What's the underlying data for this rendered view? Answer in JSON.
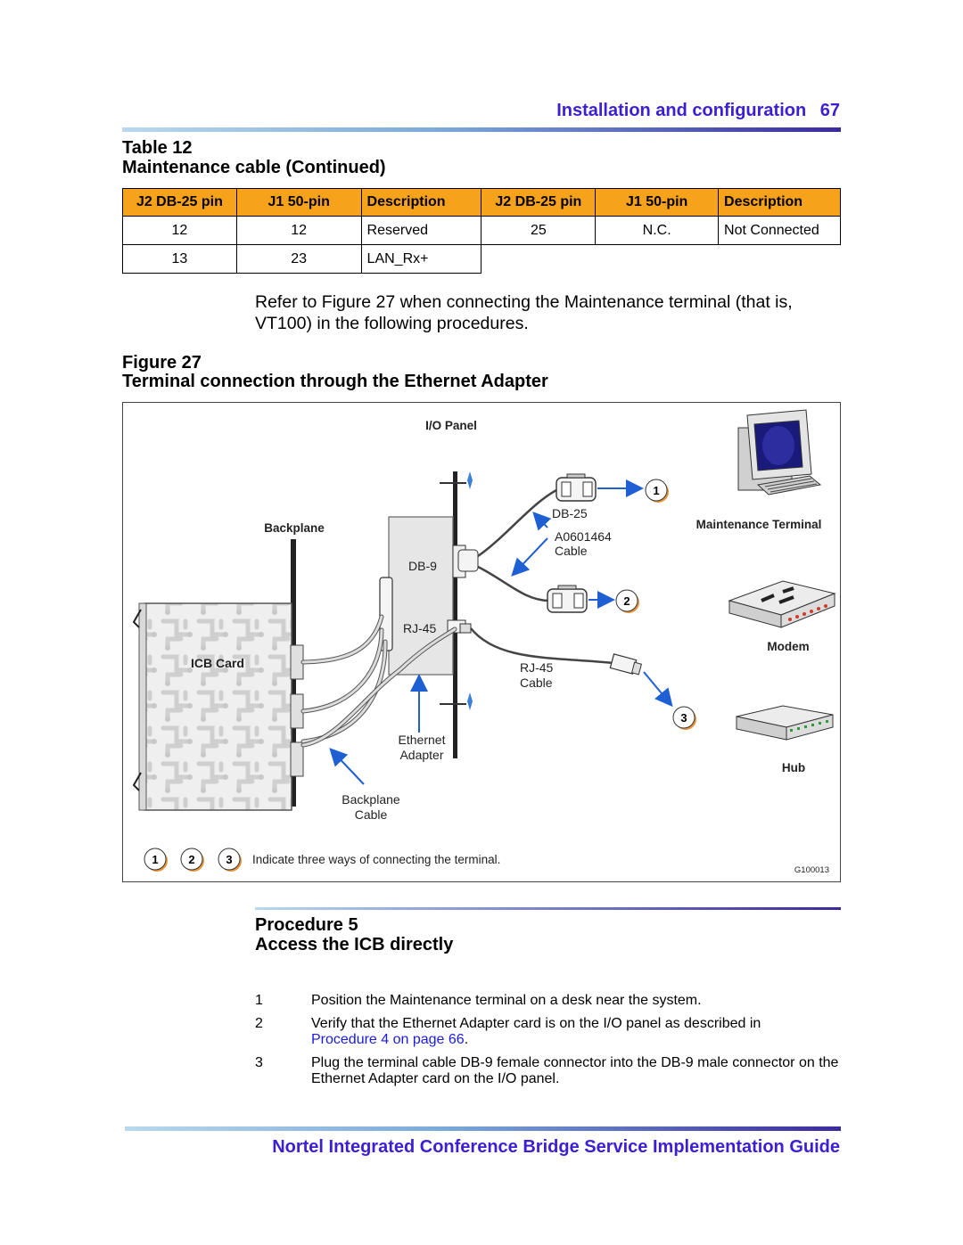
{
  "header": {
    "title": "Installation and configuration",
    "page_number": "67"
  },
  "table": {
    "caption_line1": "Table 12",
    "caption_line2": "Maintenance cable (Continued)",
    "columns": [
      "J2 DB-25 pin",
      "J1 50-pin",
      "Description",
      "J2 DB-25 pin",
      "J1 50-pin",
      "Description"
    ],
    "rows": [
      [
        "12",
        "12",
        "Reserved",
        "25",
        "N.C.",
        "Not Connected"
      ],
      [
        "13",
        "23",
        "LAN_Rx+",
        "",
        "",
        ""
      ]
    ]
  },
  "intro_text": "Refer to Figure 27 when connecting the Maintenance terminal (that is, VT100) in the following procedures.",
  "figure": {
    "caption_line1": "Figure 27",
    "caption_line2": "Terminal connection through the Ethernet Adapter",
    "labels": {
      "io_panel": "I/O Panel",
      "backplane": "Backplane",
      "db9": "DB-9",
      "rj45": "RJ-45",
      "icb_card": "ICB Card",
      "db25": "DB-25",
      "a0601464": "A0601464",
      "cable": "Cable",
      "rj45_cable_1": "RJ-45",
      "rj45_cable_2": "Cable",
      "ethernet_1": "Ethernet",
      "ethernet_2": "Adapter",
      "backplane_cable_1": "Backplane",
      "backplane_cable_2": "Cable",
      "maintenance_terminal": "Maintenance Terminal",
      "modem": "Modem",
      "hub": "Hub",
      "legend": "Indicate three ways of connecting the terminal.",
      "figure_id": "G100013",
      "badge_1": "1",
      "badge_2": "2",
      "badge_3": "3"
    }
  },
  "procedure": {
    "title_line1": "Procedure 5",
    "title_line2": "Access the ICB directly",
    "steps": [
      {
        "num": "1",
        "text": "Position the Maintenance terminal on a desk near the system."
      },
      {
        "num": "2",
        "text": "Verify that the Ethernet Adapter card is on the I/O panel as described in",
        "link": "Procedure 4 on page 66",
        "after_link": "."
      },
      {
        "num": "3",
        "text": "Plug the terminal cable DB-9 female connector into the DB-9 male connector on the Ethernet Adapter card on the I/O panel."
      }
    ]
  },
  "footer": {
    "title": "Nortel Integrated Conference Bridge Service Implementation Guide"
  },
  "colors": {
    "header_blue": "#3b1fd4",
    "table_header_orange": "#f7a21b",
    "link_blue": "#1a1ae6"
  }
}
